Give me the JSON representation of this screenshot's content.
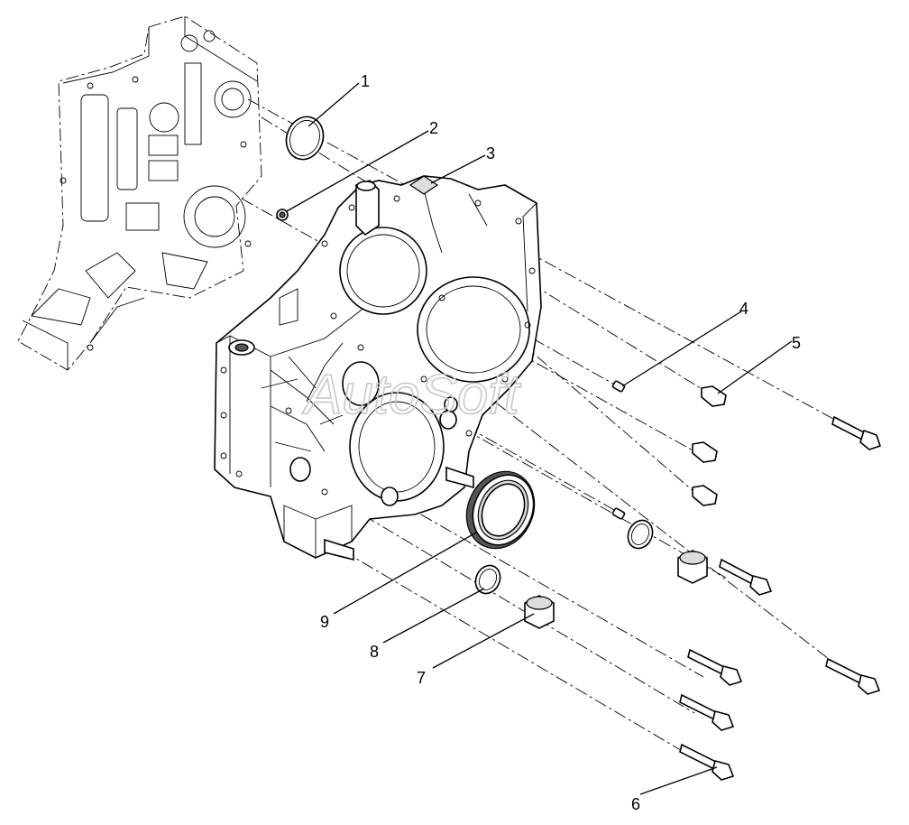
{
  "watermark": "AutoSoft",
  "callouts": [
    {
      "id": "1",
      "text": "1"
    },
    {
      "id": "2",
      "text": "2"
    },
    {
      "id": "3",
      "text": "3"
    },
    {
      "id": "4",
      "text": "4"
    },
    {
      "id": "5",
      "text": "5"
    },
    {
      "id": "6",
      "text": "6"
    },
    {
      "id": "7",
      "text": "7"
    },
    {
      "id": "8",
      "text": "8"
    },
    {
      "id": "9",
      "text": "9"
    }
  ]
}
